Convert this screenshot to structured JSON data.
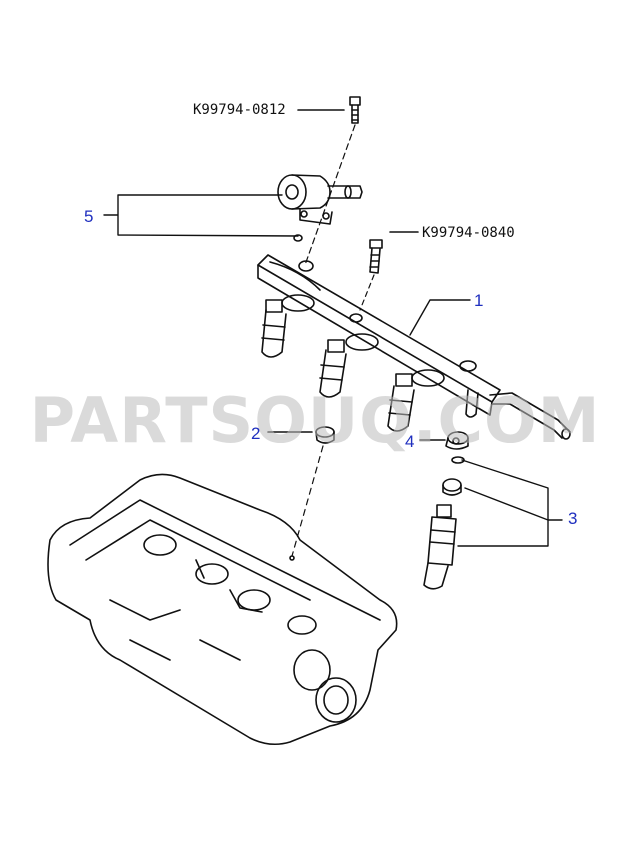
{
  "watermark": "PARTSOUQ.COM",
  "part_numbers": {
    "top_bolt": "K99794-0812",
    "right_bolt": "K99794-0840"
  },
  "callouts": [
    {
      "id": "1",
      "color": "#1f2fbf"
    },
    {
      "id": "2",
      "color": "#1f2fbf"
    },
    {
      "id": "3",
      "color": "#1f2fbf"
    },
    {
      "id": "4",
      "color": "#1f2fbf"
    },
    {
      "id": "5",
      "color": "#1f2fbf"
    }
  ]
}
